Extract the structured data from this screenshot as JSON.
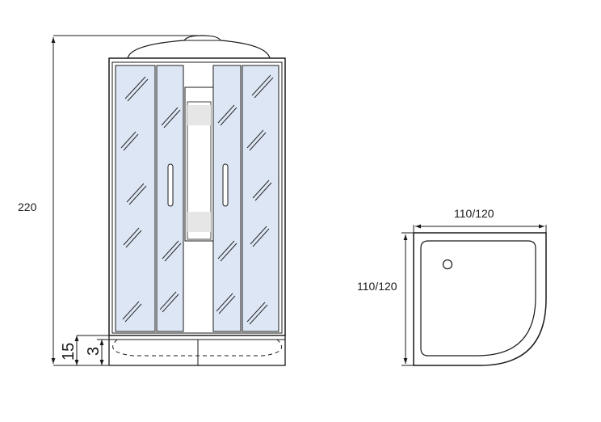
{
  "dimensions": {
    "height": "220",
    "tray_height": "15",
    "tray_step": "3",
    "top_width": "110/120",
    "top_depth": "110/120"
  }
}
